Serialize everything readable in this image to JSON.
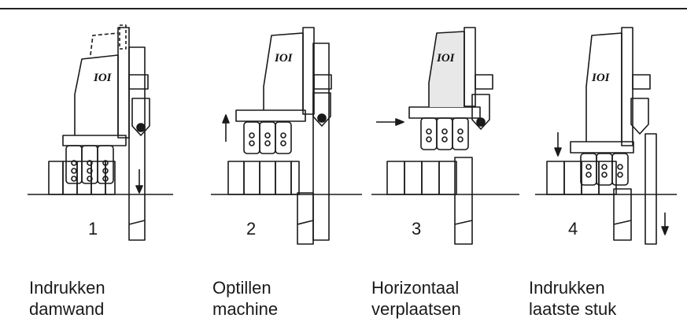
{
  "steps": [
    {
      "number": "1",
      "line1": "Indrukken",
      "line2": "damwand"
    },
    {
      "number": "2",
      "line1": "Optillen",
      "line2": "machine"
    },
    {
      "number": "3",
      "line1": "Horizontaal",
      "line2": "verplaatsen"
    },
    {
      "number": "4",
      "line1": "Indrukken",
      "line2": "laatste stuk"
    }
  ],
  "brand_mark": "IOI",
  "colors": {
    "ink": "#1a1a1a",
    "paper": "#ffffff"
  }
}
